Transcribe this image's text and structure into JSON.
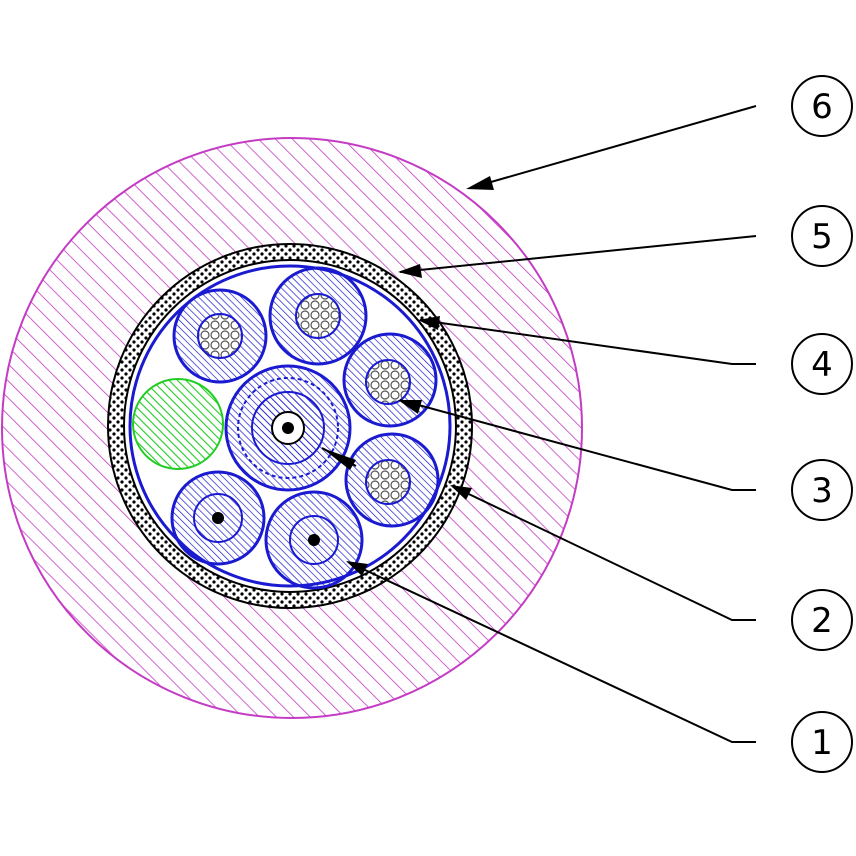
{
  "colors": {
    "sheath": "#c43cc4",
    "blue": "#1a1ad0",
    "green": "#22cc22",
    "black": "#000000",
    "background": "#ffffff"
  },
  "callouts": [
    {
      "number": "6",
      "target": "outer-sheath"
    },
    {
      "number": "5",
      "target": "braid-screen"
    },
    {
      "number": "4",
      "target": "inner-wrap"
    },
    {
      "number": "3",
      "target": "optical-unit"
    },
    {
      "number": "2",
      "target": "filler"
    },
    {
      "number": "1",
      "target": "conductor"
    }
  ]
}
